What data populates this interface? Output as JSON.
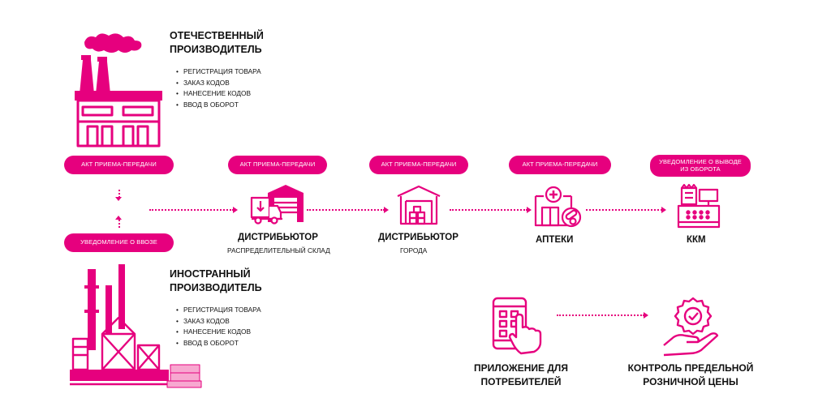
{
  "domestic": {
    "title_line1": "ОТЕЧЕСТВЕННЫЙ",
    "title_line2": "ПРОИЗВОДИТЕЛЬ",
    "steps": [
      "РЕГИСТРАЦИЯ ТОВАРА",
      "ЗАКАЗ КОДОВ",
      "НАНЕСЕНИЕ КОДОВ",
      "ВВОД В ОБОРОТ"
    ]
  },
  "foreign": {
    "title_line1": "ИНОСТРАННЫЙ",
    "title_line2": "ПРОИЗВОДИТЕЛЬ",
    "steps": [
      "РЕГИСТРАЦИЯ ТОВАРА",
      "ЗАКАЗ КОДОВ",
      "НАНЕСЕНИЕ КОДОВ",
      "ВВОД В ОБОРОТ"
    ]
  },
  "pills": {
    "act_domestic": "АКТ ПРИЕМА-ПЕРЕДАЧИ",
    "act_distributor": "АКТ ПРИЕМА-ПЕРЕДАЧИ",
    "act_city": "АКТ ПРИЕМА-ПЕРЕДАЧИ",
    "act_pharmacy": "АКТ ПРИЕМА-ПЕРЕДАЧИ",
    "withdraw_line1": "УВЕДОМЛЕНИЕ О ВЫВОДЕ",
    "withdraw_line2": "ИЗ ОБОРОТА",
    "import": "УВЕДОМЛЕНИЕ О ВВОЗЕ"
  },
  "nodes": {
    "distributor": {
      "title": "ДИСТРИБЬЮТОР",
      "subtitle": "РАСПРЕДЕЛИТЕЛЬНЫЙ СКЛАД"
    },
    "city": {
      "title": "ДИСТРИБЬЮТОР",
      "subtitle": "ГОРОДА"
    },
    "pharmacy": {
      "title": "АПТЕКИ"
    },
    "kkm": {
      "title": "ККМ"
    }
  },
  "bottom": {
    "app_line1": "ПРИЛОЖЕНИЕ ДЛЯ",
    "app_line2": "ПОТРЕБИТЕЛЕЙ",
    "price_line1": "КОНТРОЛЬ ПРЕДЕЛЬНОЙ",
    "price_line2": "РОЗНИЧНОЙ ЦЕНЫ"
  },
  "icons": {
    "domestic": "factory-icon",
    "foreign": "industrial-plant-icon",
    "distributor": "warehouse-truck-icon",
    "city": "warehouse-icon",
    "pharmacy": "pharmacy-icon",
    "kkm": "cash-register-icon",
    "app": "tablet-tap-icon",
    "price": "quality-badge-hand-icon"
  },
  "colors": {
    "accent": "#e6007e",
    "text": "#111111",
    "background": "#ffffff"
  }
}
